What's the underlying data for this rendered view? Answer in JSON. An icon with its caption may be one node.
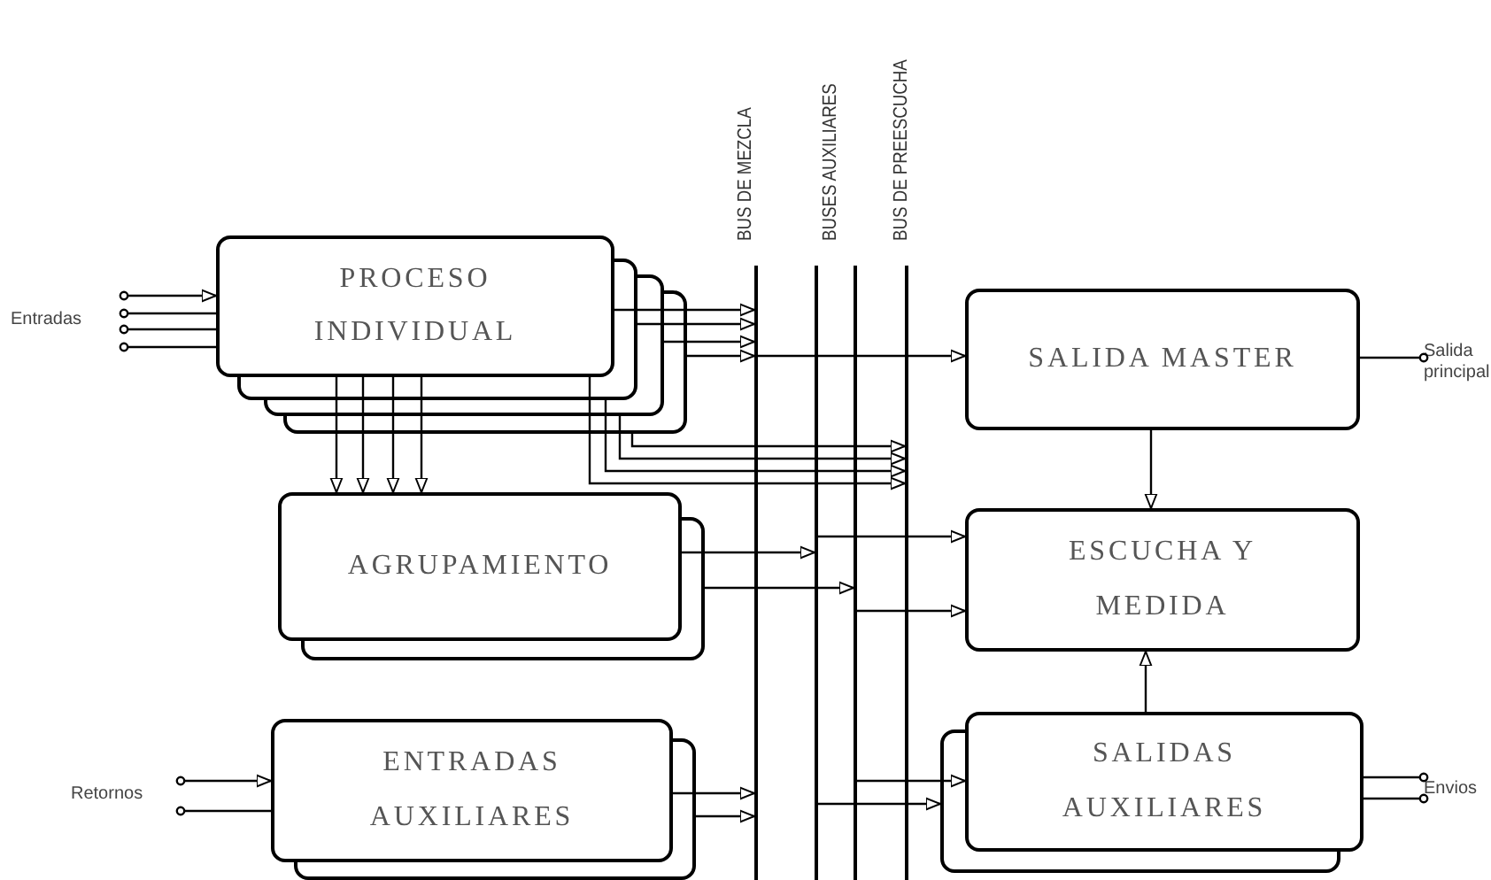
{
  "diagram": {
    "nodes": [
      {
        "text": [
          "PROCESO INDIVIDUAL"
        ]
      },
      {
        "text": [
          "AGRUPAMIENTO"
        ]
      },
      {
        "text": [
          "ENTRADAS AUXILIARES"
        ]
      },
      {
        "text": [
          "BUS DE MEZCLA"
        ]
      },
      {
        "text": [],
        "shape": "bar",
        "in": 3
      },
      {
        "text": [
          "BUSES AUXILIARES"
        ]
      },
      {
        "text": [],
        "shape": "bar",
        "in": 5
      },
      {
        "text": [],
        "shape": "bar",
        "in": 5
      },
      {
        "text": [
          "BUS DE PREESCUCHA"
        ]
      },
      {
        "text": [],
        "shape": "bar",
        "in": 8
      },
      {
        "text": [
          "SALIDA MASTER"
        ]
      },
      {
        "text": [
          "ESCUCHA Y MEDIDA"
        ]
      },
      {
        "text": [
          "SALIDAS AUXILIARES"
        ]
      },
      {
        "text": [
          "Entradas"
        ]
      },
      {
        "text": [
          "Retornos"
        ]
      },
      {
        "text": [
          "Salida principal"
        ]
      },
      {
        "text": [
          "Envios"
        ]
      }
    ],
    "edges": [
      {
        "from": 13,
        "to": 0,
        "arrow": "to"
      },
      {
        "from": 13,
        "to": 0,
        "arrow": "other"
      },
      {
        "from": 13,
        "to": 0,
        "arrow": "other"
      },
      {
        "from": 13,
        "to": 0,
        "arrow": "other"
      },
      {
        "from": 0,
        "to": 4,
        "arrow": "to"
      },
      {
        "from": 0,
        "to": 4,
        "arrow": "to"
      },
      {
        "from": 0,
        "to": 4,
        "arrow": "to"
      },
      {
        "from": 0,
        "to": 4,
        "arrow": "to"
      },
      {
        "from": 4,
        "to": 10,
        "arrow": "to"
      },
      {
        "from": 0,
        "to": 9,
        "arrow": "to"
      },
      {
        "from": 0,
        "to": 9,
        "arrow": "to"
      },
      {
        "from": 0,
        "to": 9,
        "arrow": "to"
      },
      {
        "from": 0,
        "to": 9,
        "arrow": "to"
      },
      {
        "from": 0,
        "to": 1,
        "arrow": "to"
      },
      {
        "from": 0,
        "to": 1,
        "arrow": "to"
      },
      {
        "from": 0,
        "to": 1,
        "arrow": "to"
      },
      {
        "from": 0,
        "to": 1,
        "arrow": "to"
      },
      {
        "from": 1,
        "to": 6,
        "arrow": "to"
      },
      {
        "from": 1,
        "to": 7,
        "arrow": "to"
      },
      {
        "from": 6,
        "to": 11,
        "arrow": "to"
      },
      {
        "from": 7,
        "to": 11,
        "arrow": "to"
      },
      {
        "from": 10,
        "to": 11,
        "arrow": "to"
      },
      {
        "from": 12,
        "to": 11,
        "arrow": "to"
      },
      {
        "from": 7,
        "to": 12,
        "arrow": "to"
      },
      {
        "from": 6,
        "to": 12,
        "arrow": "to"
      },
      {
        "from": 2,
        "to": 4,
        "arrow": "to"
      },
      {
        "from": 2,
        "to": 4,
        "arrow": "to"
      },
      {
        "from": 14,
        "to": 2,
        "arrow": "to"
      },
      {
        "from": 14,
        "to": 2,
        "arrow": "other"
      },
      {
        "from": 10,
        "to": 15,
        "arrow": "other"
      },
      {
        "from": 12,
        "to": 16,
        "arrow": "other"
      },
      {
        "from": 12,
        "to": 16,
        "arrow": "other"
      }
    ]
  }
}
